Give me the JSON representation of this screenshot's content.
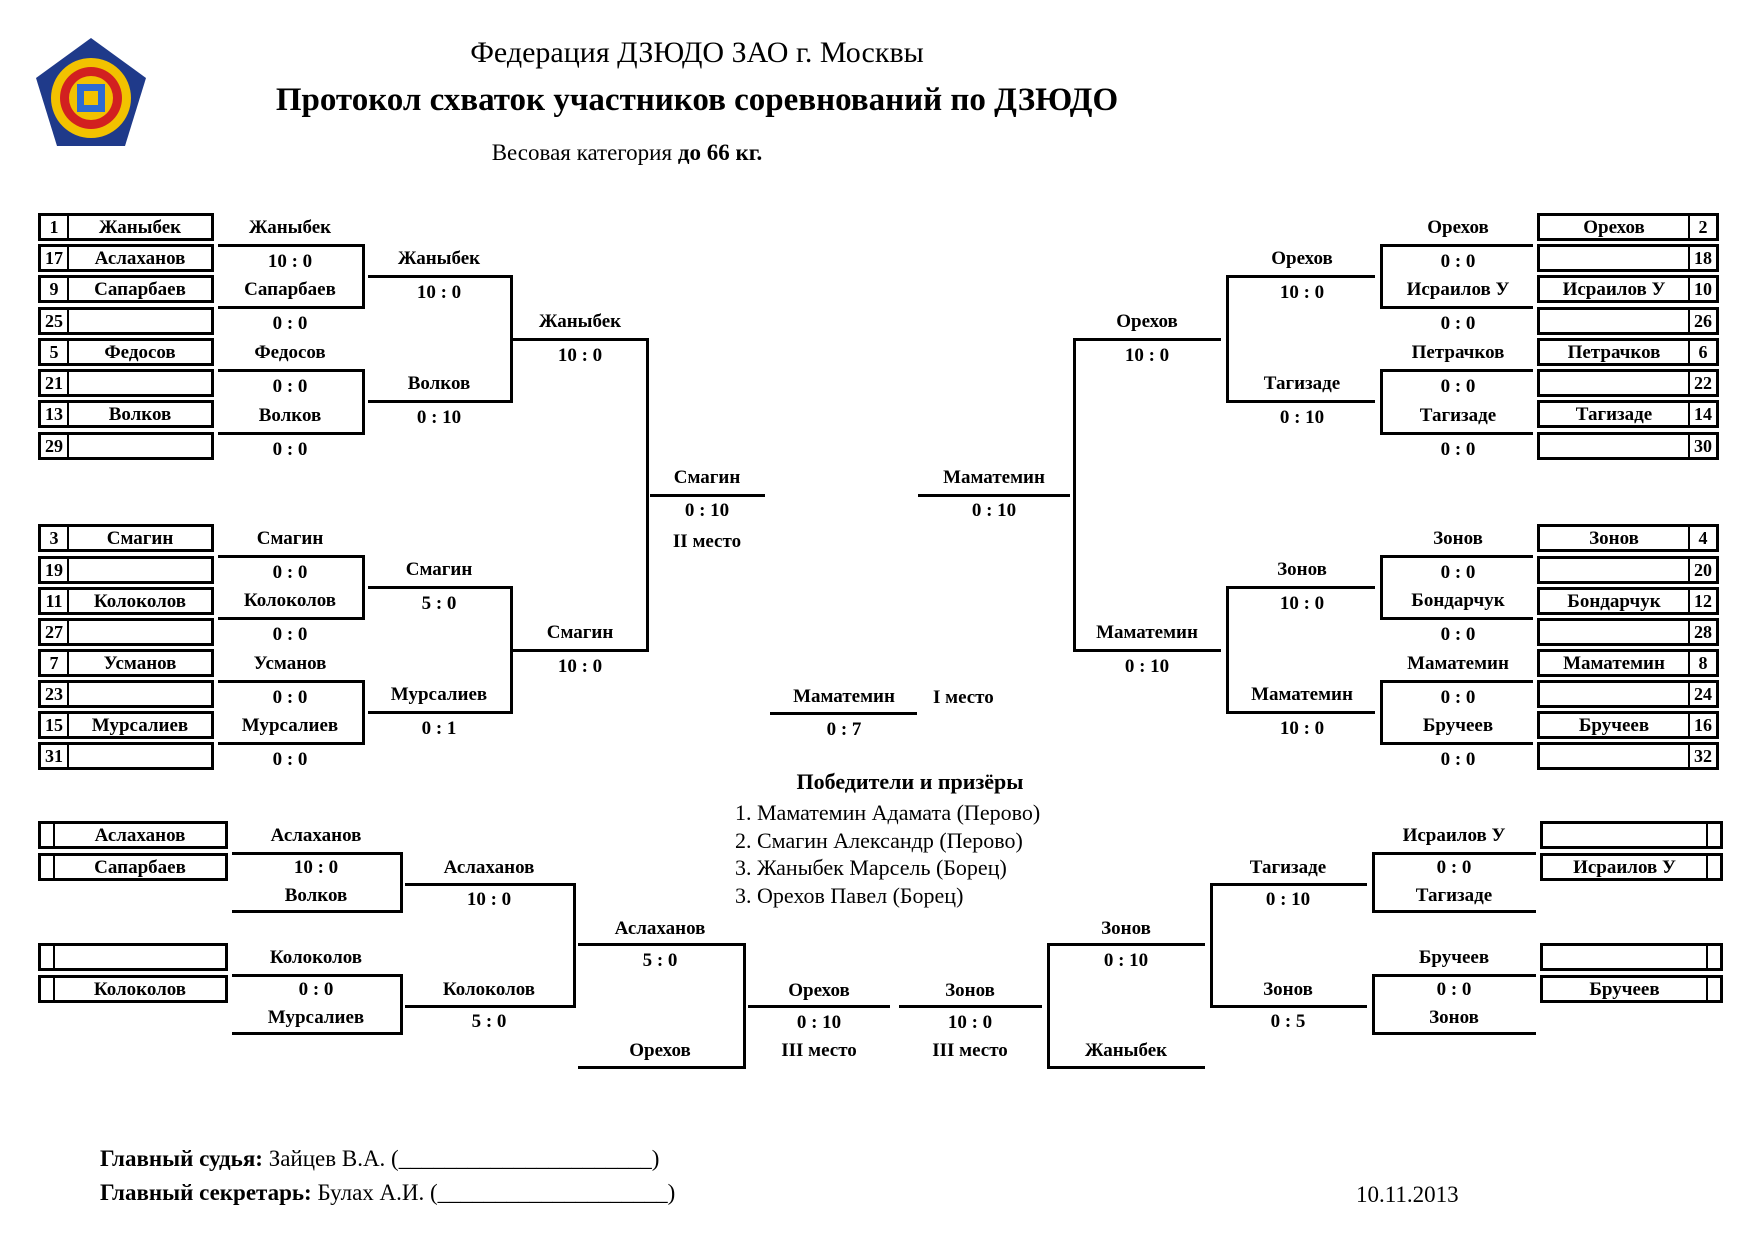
{
  "header": {
    "federation": "Федерация ДЗЮДО ЗАО г. Москвы",
    "title": "Протокол схваток участников соревнований по ДЗЮДО",
    "category_prefix": "Весовая категория ",
    "category_value": "до 66 кг."
  },
  "emblem": {
    "icon": "federation-emblem-icon",
    "colors": {
      "outer": "#1f3a8a",
      "petals": "#f2c200",
      "ring": "#d22020",
      "center": "#2e6bd1"
    }
  },
  "seeds_left": [
    {
      "num": "1",
      "name": "Жаныбек"
    },
    {
      "num": "17",
      "name": "Аслаханов"
    },
    {
      "num": "9",
      "name": "Сапарбаев"
    },
    {
      "num": "25",
      "name": ""
    },
    {
      "num": "5",
      "name": "Федосов"
    },
    {
      "num": "21",
      "name": ""
    },
    {
      "num": "13",
      "name": "Волков"
    },
    {
      "num": "29",
      "name": ""
    },
    {
      "num": "3",
      "name": "Смагин"
    },
    {
      "num": "19",
      "name": ""
    },
    {
      "num": "11",
      "name": "Колоколов"
    },
    {
      "num": "27",
      "name": ""
    },
    {
      "num": "7",
      "name": "Усманов"
    },
    {
      "num": "23",
      "name": ""
    },
    {
      "num": "15",
      "name": "Мурсалиев"
    },
    {
      "num": "31",
      "name": ""
    }
  ],
  "seeds_right": [
    {
      "num": "2",
      "name": "Орехов"
    },
    {
      "num": "18",
      "name": ""
    },
    {
      "num": "10",
      "name": "Исраилов У"
    },
    {
      "num": "26",
      "name": ""
    },
    {
      "num": "6",
      "name": "Петрачков"
    },
    {
      "num": "22",
      "name": ""
    },
    {
      "num": "14",
      "name": "Тагизаде"
    },
    {
      "num": "30",
      "name": ""
    },
    {
      "num": "4",
      "name": "Зонов"
    },
    {
      "num": "20",
      "name": ""
    },
    {
      "num": "12",
      "name": "Бондарчук"
    },
    {
      "num": "28",
      "name": ""
    },
    {
      "num": "8",
      "name": "Маматемин"
    },
    {
      "num": "24",
      "name": ""
    },
    {
      "num": "16",
      "name": "Бручеев"
    },
    {
      "num": "32",
      "name": ""
    }
  ],
  "round1_left": [
    {
      "winner": "Жаныбек",
      "score": "10  :  0"
    },
    {
      "winner": "Сапарбаев",
      "score": "0  :  0"
    },
    {
      "winner": "Федосов",
      "score": "0  :  0"
    },
    {
      "winner": "Волков",
      "score": "0  :  0"
    },
    {
      "winner": "Смагин",
      "score": "0  :  0"
    },
    {
      "winner": "Колоколов",
      "score": "0  :  0"
    },
    {
      "winner": "Усманов",
      "score": "0  :  0"
    },
    {
      "winner": "Мурсалиев",
      "score": "0  :  0"
    }
  ],
  "round1_right": [
    {
      "winner": "Орехов",
      "score": "0  :  0"
    },
    {
      "winner": "Исраилов У",
      "score": "0  :  0"
    },
    {
      "winner": "Петрачков",
      "score": "0  :  0"
    },
    {
      "winner": "Тагизаде",
      "score": "0  :  0"
    },
    {
      "winner": "Зонов",
      "score": "0  :  0"
    },
    {
      "winner": "Бондарчук",
      "score": "0  :  0"
    },
    {
      "winner": "Маматемин",
      "score": "0  :  0"
    },
    {
      "winner": "Бручеев",
      "score": "0  :  0"
    }
  ],
  "round2_left": [
    {
      "winner": "Жаныбек",
      "score": "10  :  0"
    },
    {
      "winner": "Волков",
      "score": "0  :  10"
    },
    {
      "winner": "Смагин",
      "score": "5  :  0"
    },
    {
      "winner": "Мурсалиев",
      "score": "0  :  1"
    }
  ],
  "round2_right": [
    {
      "winner": "Орехов",
      "score": "10  :  0"
    },
    {
      "winner": "Тагизаде",
      "score": "0  :  10"
    },
    {
      "winner": "Зонов",
      "score": "10  :  0"
    },
    {
      "winner": "Маматемин",
      "score": "10  :  0"
    }
  ],
  "round3_left": [
    {
      "winner": "Жаныбек",
      "score": "10  :  0"
    },
    {
      "winner": "Смагин",
      "score": "10  :  0"
    }
  ],
  "round3_right": [
    {
      "winner": "Орехов",
      "score": "10  :  0"
    },
    {
      "winner": "Маматемин",
      "score": "0  :  10"
    }
  ],
  "semis": {
    "left": {
      "winner": "Смагин",
      "score": "0  :  10",
      "place": "II место"
    },
    "right": {
      "winner": "Маматемин",
      "score": "0  :  10"
    }
  },
  "final": {
    "winner": "Маматемин",
    "score": "0  :  7",
    "place": "I место"
  },
  "winners": {
    "title": "Победители и призёры",
    "list": [
      "1. Маматемин Адамата (Перово)",
      "2. Смагин Александр (Перово)",
      "3. Жаныбек Марсель (Борец)",
      "3. Орехов Павел (Борец)"
    ]
  },
  "repechage_left": {
    "boxes": [
      "Аслаханов",
      "Сапарбаев",
      "",
      "Колоколов"
    ],
    "r1": [
      {
        "top": "Аслаханов",
        "score": "10  :  0",
        "bottom": "Волков"
      },
      {
        "top": "Колоколов",
        "score": "0  :  0",
        "bottom": "Мурсалиев"
      }
    ],
    "r2": [
      {
        "winner": "Аслаханов",
        "score": "10  :  0"
      },
      {
        "winner": "Колоколов",
        "score": "5  :  0"
      }
    ],
    "r3": {
      "winner": "Аслаханов",
      "score": "5  :  0",
      "loser": "Орехов"
    },
    "bronze": {
      "winner": "Орехов",
      "score": "0  :  10",
      "place": "III место"
    }
  },
  "repechage_right": {
    "boxes": [
      "",
      "Исраилов У",
      "",
      "Бручеев"
    ],
    "r1": [
      {
        "top": "Исраилов У",
        "score": "0  :  0",
        "bottom": "Тагизаде"
      },
      {
        "top": "Бручеев",
        "score": "0  :  0",
        "bottom": "Зонов"
      }
    ],
    "r2": [
      {
        "winner": "Тагизаде",
        "score": "0  :  10"
      },
      {
        "winner": "Зонов",
        "score": "0  :  5"
      }
    ],
    "r3": {
      "winner": "Зонов",
      "score": "0  :  10",
      "loser": "Жаныбек"
    },
    "bronze": {
      "winner": "Зонов",
      "score": "10  :  0",
      "place": "III место"
    }
  },
  "footer": {
    "judge_label": "Главный судья:",
    "judge_name": " Зайцев В.А. (______________________)",
    "secretary_label": "Главный секретарь:",
    "secretary_name": " Булах А.И. (____________________)",
    "date": "10.11.2013"
  }
}
